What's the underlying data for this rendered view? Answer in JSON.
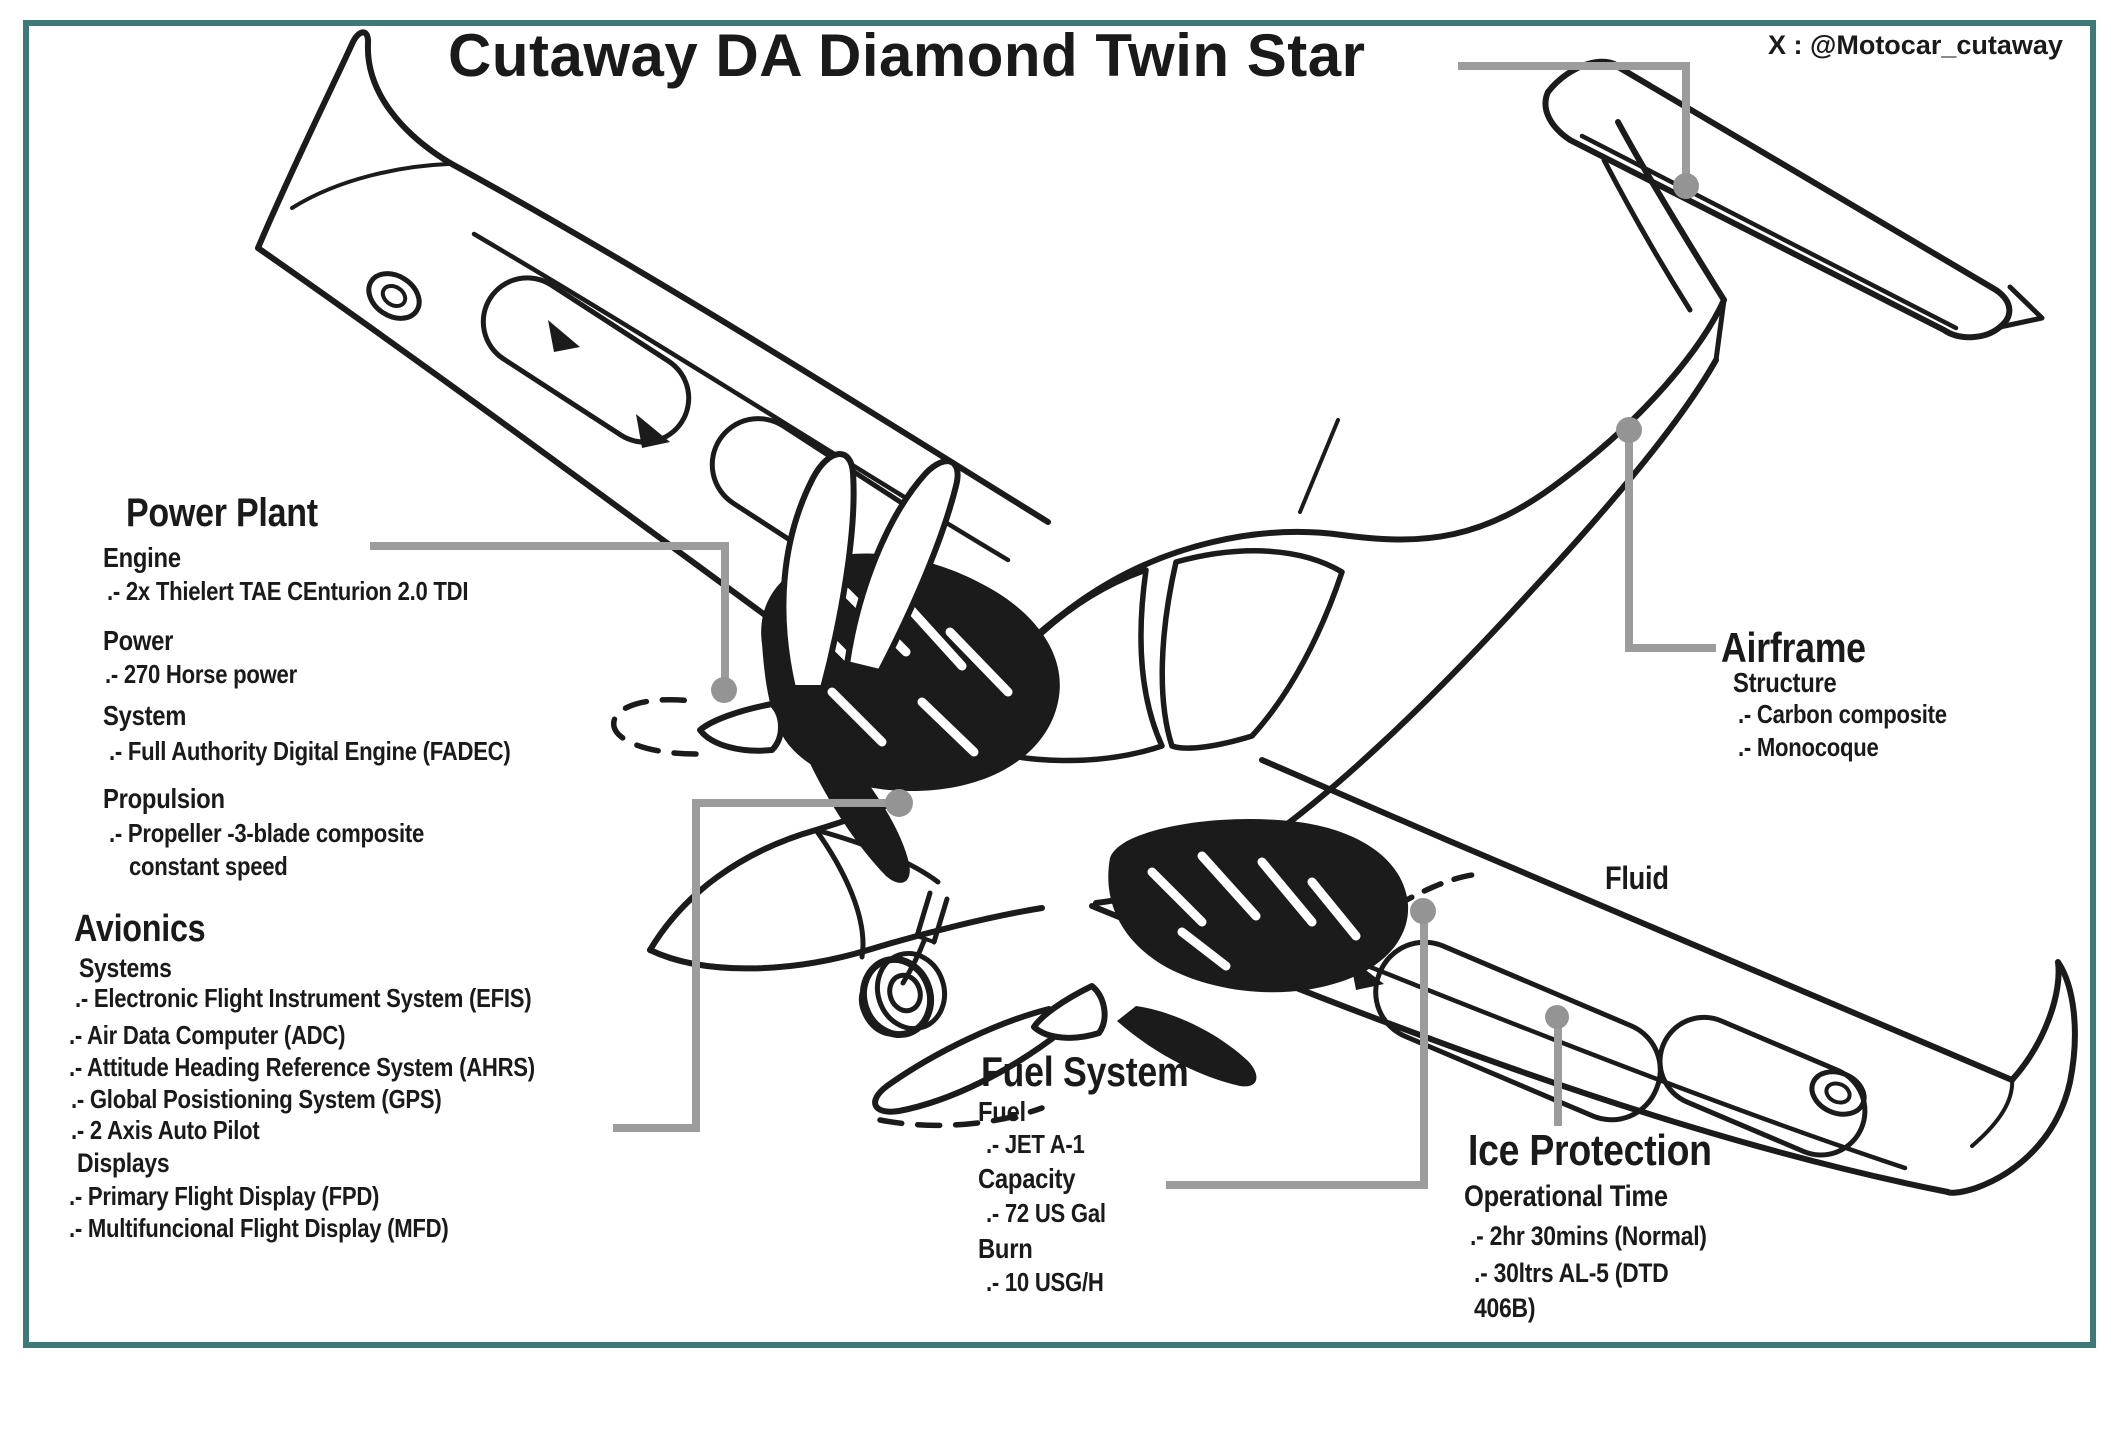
{
  "title": "Cutaway DA Diamond Twin Star",
  "credit": "X : @Motocar_cutaway",
  "colors": {
    "border_teal": "#3d7a77",
    "leader_gray": "#9c9c9c",
    "ink": "#1b1b1b"
  },
  "labels": {
    "fluid": "Fluid"
  },
  "sections": {
    "power_plant": {
      "heading": "Power Plant",
      "engine_label": "Engine",
      "engine_value": ".- 2x Thielert TAE CEnturion 2.0 TDI",
      "power_label": "Power",
      "power_value": ".- 270 Horse power",
      "system_label": "System",
      "system_value": ".- Full Authority Digital Engine (FADEC)",
      "propulsion_label": "Propulsion",
      "propulsion_value_1": ".- Propeller -3-blade composite",
      "propulsion_value_2": "constant speed"
    },
    "avionics": {
      "heading": "Avionics",
      "systems_label": "Systems",
      "systems_value_1": ".- Electronic Flight Instrument System (EFIS)",
      "systems_value_2": ".- Air Data Computer (ADC)",
      "systems_value_3": ".- Attitude Heading Reference System (AHRS)",
      "systems_value_4": ".- Global Posistioning System (GPS)",
      "systems_value_5": ".- 2 Axis Auto Pilot",
      "displays_label": "Displays",
      "displays_value_1": ".- Primary Flight Display (FPD)",
      "displays_value_2": ".- Multifuncional Flight Display (MFD)"
    },
    "airframe": {
      "heading": "Airframe",
      "structure_label": "Structure",
      "structure_value_1": ".- Carbon composite",
      "structure_value_2": ".- Monocoque"
    },
    "fuel_system": {
      "heading": "Fuel System",
      "fuel_label": "Fuel",
      "fuel_value": ".- JET A-1",
      "capacity_label": "Capacity",
      "capacity_value": ".- 72 US Gal",
      "burn_label": "Burn",
      "burn_value": ".- 10 USG/H"
    },
    "ice_protection": {
      "heading": "Ice Protection",
      "operational_label": "Operational Time",
      "operational_value_1": ".- 2hr 30mins (Normal)",
      "operational_value_2": ".- 30ltrs AL-5 (DTD",
      "operational_value_3": "406B)"
    }
  }
}
